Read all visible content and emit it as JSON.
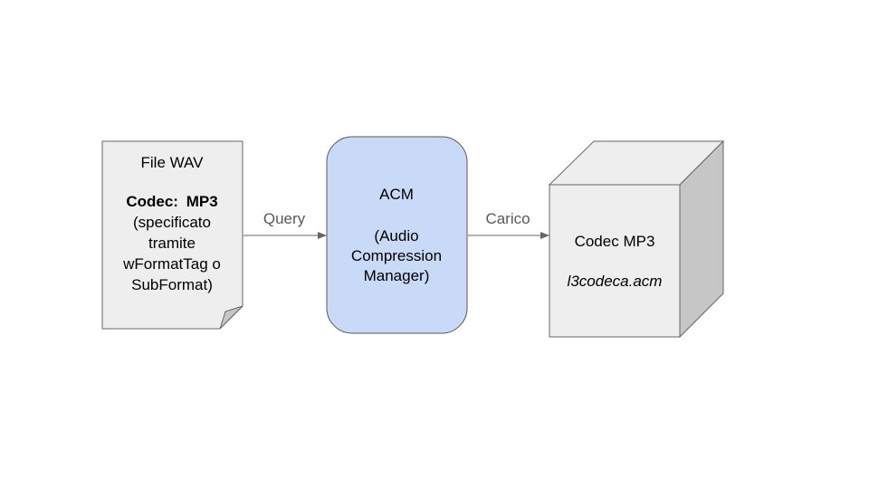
{
  "colors": {
    "document_fill": "#eeeeee",
    "document_stroke": "#666666",
    "acm_fill": "#c9daf8",
    "acm_stroke": "#595959",
    "cube_front": "#eeeeee",
    "cube_top": "#eeeeee",
    "cube_side": "#c6c6c6",
    "arrow": "#666666",
    "edge_label": "#595959"
  },
  "file_node": {
    "title": "File WAV",
    "codec_label": "Codec:",
    "codec_value": "MP3",
    "desc_line1": "(specificato",
    "desc_line2": "tramite",
    "desc_line3": "wFormatTag o",
    "desc_line4": "SubFormat)"
  },
  "acm_node": {
    "title": "ACM",
    "line1": "(Audio",
    "line2": "Compression",
    "line3": "Manager)"
  },
  "codec_node": {
    "title": "Codec MP3",
    "filename": "l3codeca.acm"
  },
  "edges": {
    "query": "Query",
    "load": "Carico"
  }
}
